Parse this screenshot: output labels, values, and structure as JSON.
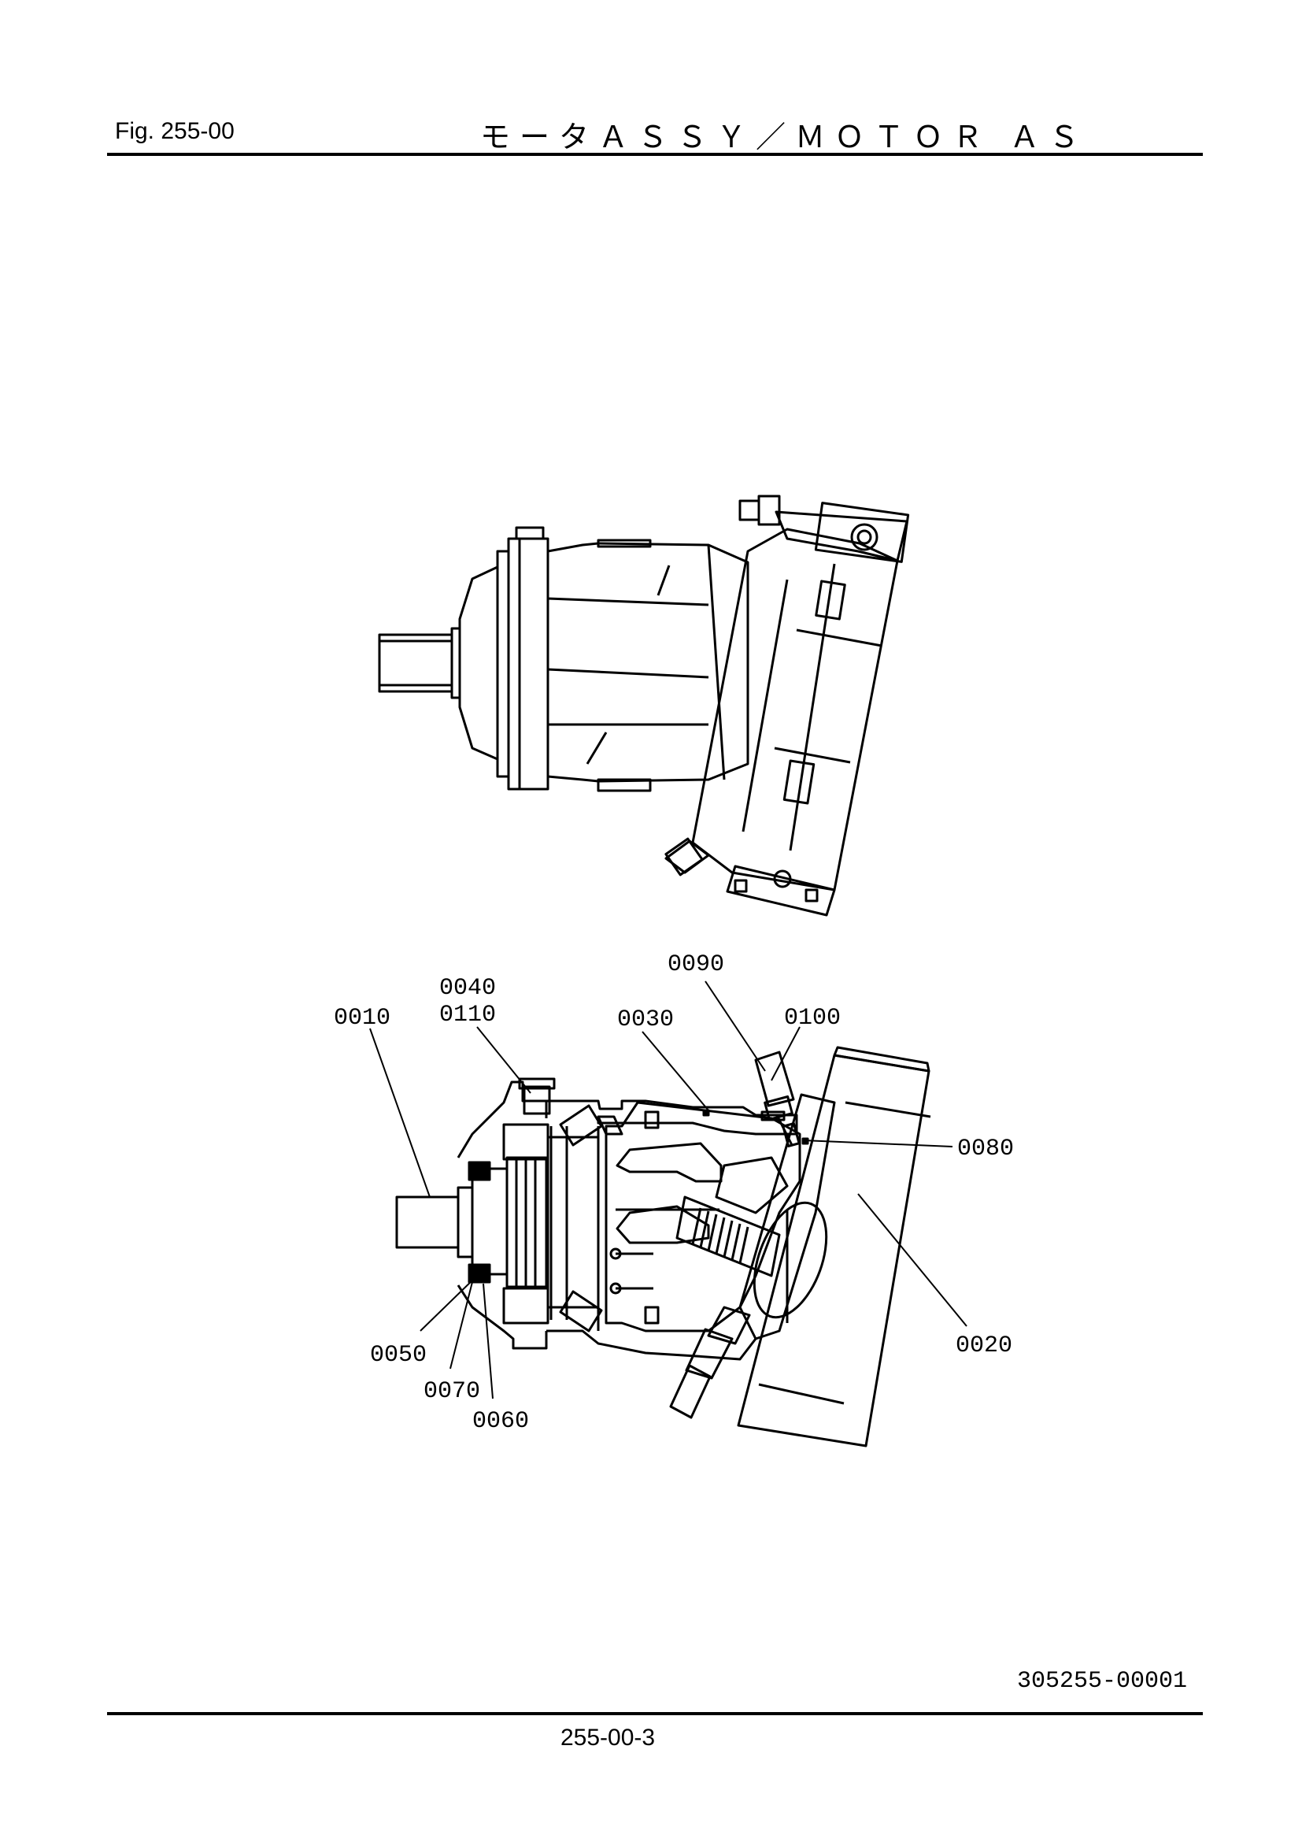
{
  "header": {
    "figure_label": "Fig.  255-00",
    "title": "モータＡＳＳＹ／ＭＯＴＯＲ ＡＳ"
  },
  "callouts": {
    "c0010": "0010",
    "c0020": "0020",
    "c0030": "0030",
    "c0040": "0040",
    "c0050": "0050",
    "c0060": "0060",
    "c0070": "0070",
    "c0080": "0080",
    "c0090": "0090",
    "c0100": "0100",
    "c0110": "0110"
  },
  "footer": {
    "document_number": "305255-00001",
    "page_number": "255-00-3"
  }
}
